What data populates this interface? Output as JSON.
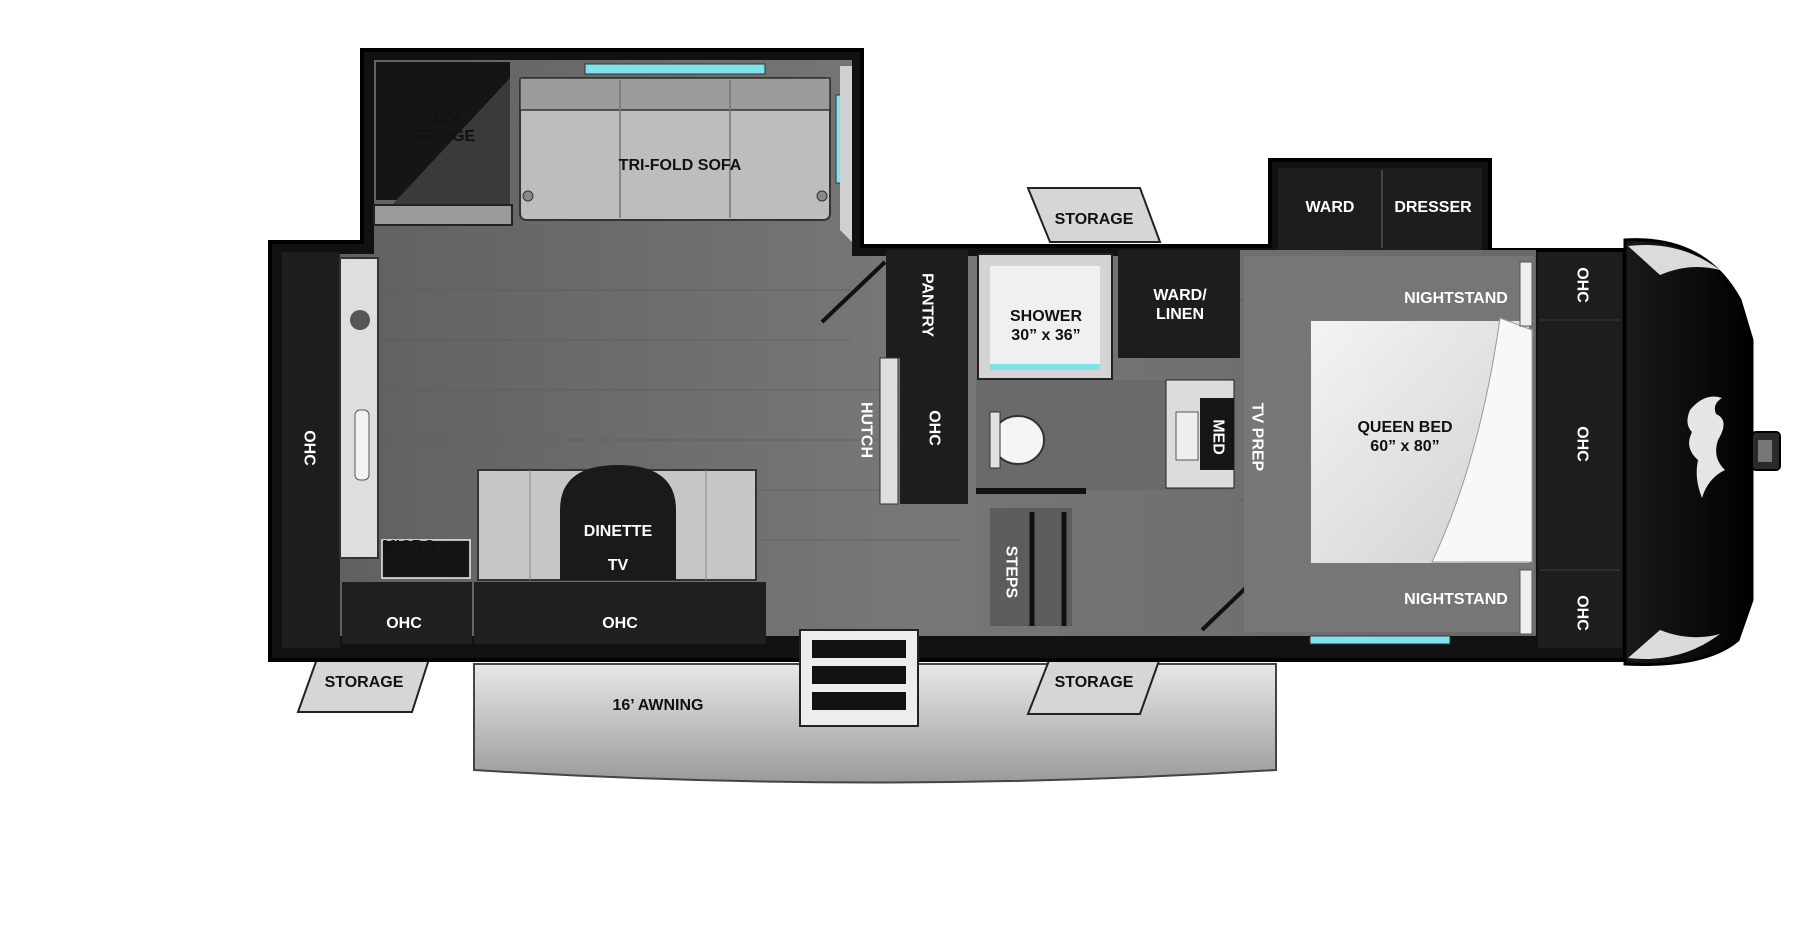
{
  "floorplan": {
    "labels": {
      "fridge_l1": "12V",
      "fridge_l2": "FRIDGE",
      "sofa": "TRI-FOLD SOFA",
      "storage_top": "STORAGE",
      "ward_top": "WARD",
      "dresser": "DRESSER",
      "pantry": "PANTRY",
      "shower_l1": "SHOWER",
      "shower_l2": "30” x 36”",
      "ward_linen_l1": "WARD/",
      "ward_linen_l2": "LINEN",
      "nightstand_top": "NIGHTSTAND",
      "ohc_front_top": "OHC",
      "hutch": "HUTCH",
      "ohc_hutch": "OHC",
      "med": "MED",
      "tv_prep": "TV PREP",
      "queen_bed_l1": "QUEEN BED",
      "queen_bed_l2": "60” x 80”",
      "ohc_front_mid": "OHC",
      "ohc_rear": "OHC",
      "dinette": "DINETTE",
      "tv": "TV",
      "micro": "MICRO",
      "steps": "STEPS",
      "nightstand_bottom": "NIGHTSTAND",
      "ohc_bottom_left": "OHC",
      "ohc_bottom_mid": "OHC",
      "ohc_front_bottom": "OHC",
      "storage_bottom_left": "STORAGE",
      "awning": "16’ AWNING",
      "storage_bottom_mid": "STORAGE"
    },
    "colors": {
      "floor": "#6c6c6c",
      "cabinet": "#1e1e1e",
      "wall": "#111111",
      "furniture_light": "#c9c9c9",
      "accent_window": "#7fe3ee"
    }
  }
}
